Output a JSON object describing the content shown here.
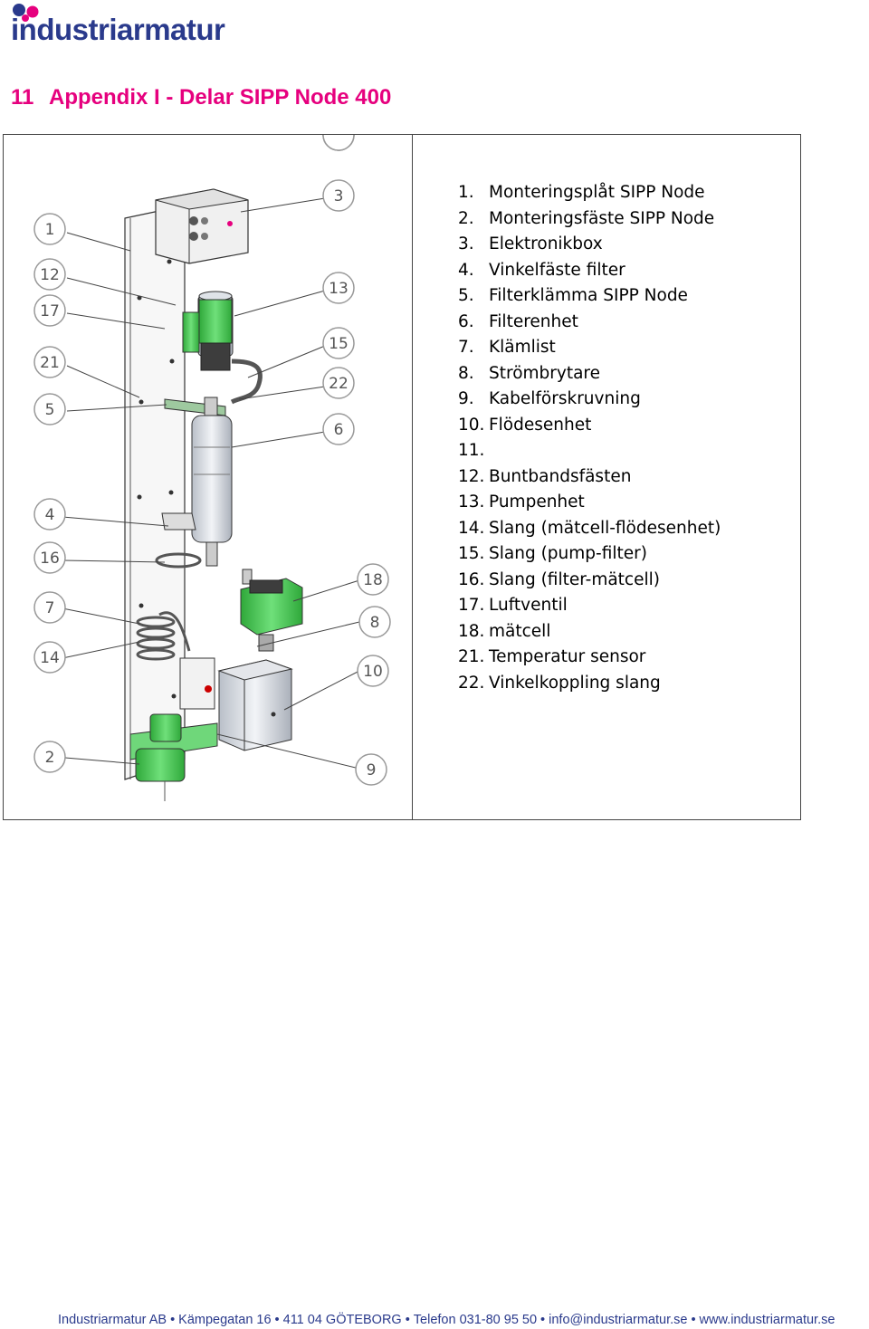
{
  "logo": {
    "text": "industriarmatur",
    "brand_color": "#2a3a8c",
    "dot_color": "#e6007e"
  },
  "heading": {
    "number": "11",
    "title": "Appendix I - Delar SIPP Node 400",
    "color": "#e6007e"
  },
  "figure": {
    "callouts_left": [
      "1",
      "12",
      "17",
      "21",
      "5",
      "4",
      "16",
      "7",
      "14",
      "2"
    ],
    "callouts_right": [
      "3",
      "13",
      "15",
      "22",
      "6",
      "18",
      "8",
      "10",
      "9"
    ],
    "accent_color": "#3cc84a"
  },
  "parts": [
    {
      "num": "1.",
      "name": "Monteringsplåt SIPP Node"
    },
    {
      "num": "2.",
      "name": "Monteringsfäste SIPP Node"
    },
    {
      "num": "3.",
      "name": "Elektronikbox"
    },
    {
      "num": "4.",
      "name": "Vinkelfäste filter"
    },
    {
      "num": "5.",
      "name": "Filterklämma SIPP Node"
    },
    {
      "num": "6.",
      "name": "Filterenhet"
    },
    {
      "num": "7.",
      "name": "Klämlist"
    },
    {
      "num": "8.",
      "name": "Strömbrytare"
    },
    {
      "num": "9.",
      "name": "Kabelförskruvning"
    },
    {
      "num": "10.",
      "name": "Flödesenhet"
    },
    {
      "num": "11.",
      "name": ""
    },
    {
      "num": "12.",
      "name": "Buntbandsfästen"
    },
    {
      "num": "13.",
      "name": "Pumpenhet"
    },
    {
      "num": "14.",
      "name": "Slang (mätcell-flödesenhet)"
    },
    {
      "num": "15.",
      "name": "Slang (pump-filter)"
    },
    {
      "num": "16.",
      "name": "Slang (filter-mätcell)"
    },
    {
      "num": "17.",
      "name": "Luftventil"
    },
    {
      "num": "18.",
      "name": "mätcell"
    },
    {
      "num": "21.",
      "name": "Temperatur sensor"
    },
    {
      "num": "22.",
      "name": "Vinkelkoppling slang"
    }
  ],
  "footer": {
    "items": [
      "Industriarmatur AB",
      "Kämpegatan 16",
      "411 04  GÖTEBORG",
      "Telefon 031-80 95 50",
      "info@industriarmatur.se",
      "www.industriarmatur.se"
    ],
    "separator": "•"
  }
}
